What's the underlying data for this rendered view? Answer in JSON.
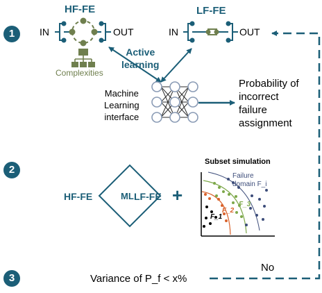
{
  "colors": {
    "teal": "#1b5e77",
    "olive": "#6f7f4e",
    "orange": "#d9622b",
    "green": "#7da84a",
    "navy": "#3d4d7a",
    "text": "#000000"
  },
  "steps": [
    "1",
    "2",
    "3"
  ],
  "step1": {
    "hf_title": "HF-FE",
    "lf_title": "LF-FE",
    "in_label": "IN",
    "out_label": "OUT",
    "complexities": "Complexities",
    "active_learning": "Active\nlearning",
    "ml_interface": "Machine\nLearning\ninterface",
    "probability": "Probability of\nincorrect\nfailure\nassignment"
  },
  "step2": {
    "hf_label": "HF-FE",
    "ml_label": "ML",
    "lf_label": "LF-FE",
    "plus": "+",
    "subset_title": "Subset simulation",
    "failure_domain": "Failure\ndomain F_i",
    "f_labels": [
      "F_1",
      "F_2",
      "F_3"
    ]
  },
  "step3": {
    "variance_text": "Variance of P_f < x%",
    "no_label": "No"
  }
}
